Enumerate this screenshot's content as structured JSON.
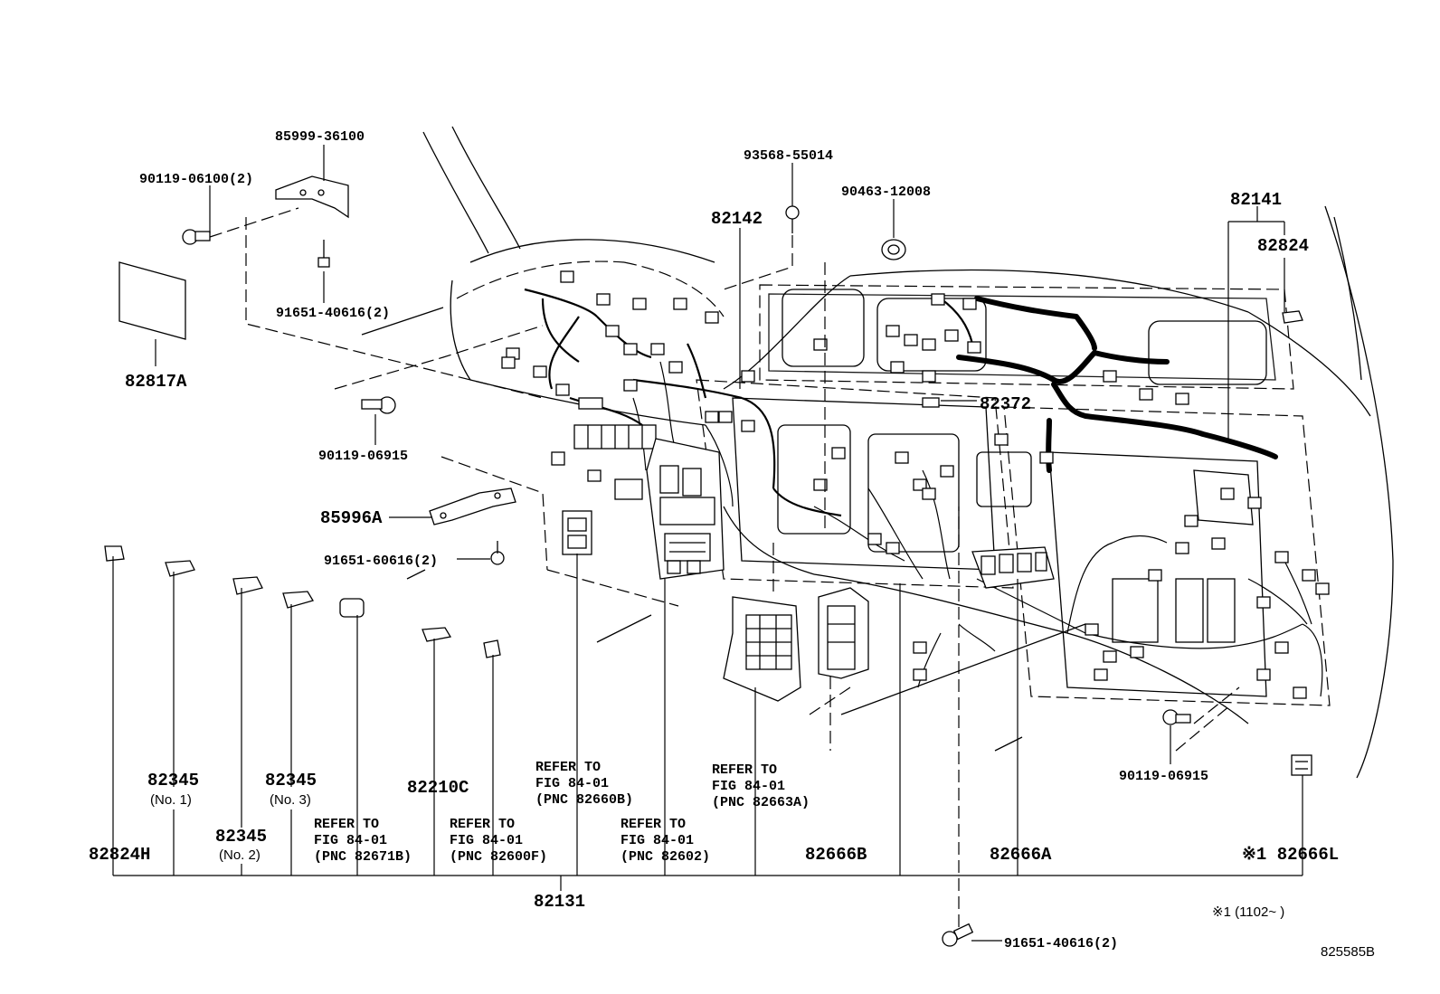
{
  "diagram_id": "825585B",
  "footnote": "※1 (1102~      )",
  "labels": {
    "p85999": "85999-36100",
    "p90119a": "90119-06100(2)",
    "p91651a": "91651-40616(2)",
    "p82817A": "82817A",
    "p90119b": "90119-06915",
    "p85996A": "85996A",
    "p91651b": "91651-60616(2)",
    "p93568": "93568-55014",
    "p90463": "90463-12008",
    "p82142": "82142",
    "p82141": "82141",
    "p82824": "82824",
    "p82372": "82372",
    "p90119c": "90119-06915",
    "p91651c": "91651-40616(2)",
    "p82824H": "82824H",
    "p82345_1": "82345",
    "no1": "(No. 1)",
    "p82345_2": "82345",
    "no2": "(No. 2)",
    "p82345_3": "82345",
    "no3": "(No. 3)",
    "p82210C": "82210C",
    "p82131": "82131",
    "p82666B": "82666B",
    "p82666A": "82666A",
    "p82666L": "※1 82666L"
  },
  "refer_notes": [
    {
      "line1": "REFER TO",
      "line2": "FIG 84-01",
      "line3": "(PNC 82671B)"
    },
    {
      "line1": "REFER TO",
      "line2": "FIG 84-01",
      "line3": "(PNC 82600F)"
    },
    {
      "line1": "REFER TO",
      "line2": "FIG 84-01",
      "line3": "(PNC 82660B)"
    },
    {
      "line1": "REFER TO",
      "line2": "FIG 84-01",
      "line3": "(PNC 82602)"
    },
    {
      "line1": "REFER TO",
      "line2": "FIG 84-01",
      "line3": "(PNC 82663A)"
    }
  ]
}
